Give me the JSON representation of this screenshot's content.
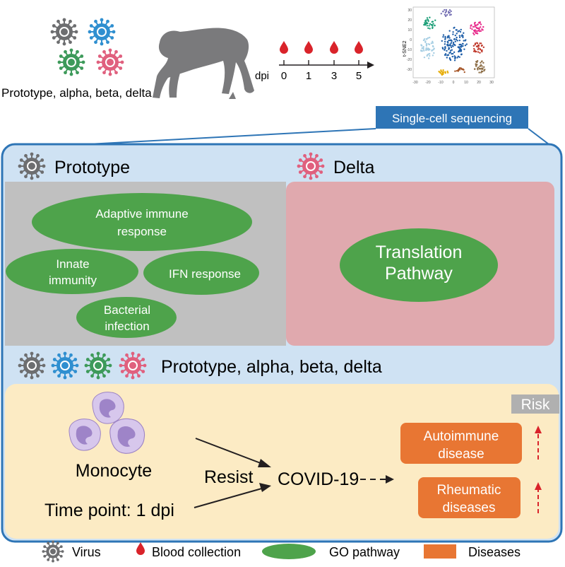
{
  "header": {
    "virus_caption": "Prototype, alpha, beta, delta",
    "timeline_unit": "dpi",
    "timeline_points": [
      "0",
      "1",
      "3",
      "5"
    ],
    "tsne": {
      "axis_label": "t-SNE2",
      "x_ticks": [
        "-30",
        "-20",
        "-10",
        "0",
        "10",
        "20",
        "30"
      ],
      "y_ticks": [
        "30",
        "20",
        "10",
        "0",
        "-10",
        "-20",
        "-30"
      ]
    },
    "sequencing_label": "Single-cell sequencing"
  },
  "panel": {
    "prototype_title": "Prototype",
    "delta_title": "Delta",
    "prototype_pathways": [
      {
        "line1": "Adaptive immune",
        "line2": "response"
      },
      {
        "line1": "Innate",
        "line2": "immunity"
      },
      {
        "line1": "IFN response",
        "line2": ""
      },
      {
        "line1": "Bacterial",
        "line2": "infection"
      }
    ],
    "delta_pathway": {
      "line1": "Translation",
      "line2": "Pathway"
    },
    "variants_title": "Prototype, alpha, beta, delta",
    "monocyte_label": "Monocyte",
    "timepoint_label": "Time point: 1 dpi",
    "resist_label": "Resist",
    "covid_label": "COVID-19",
    "risk_label": "Risk",
    "diseases": [
      {
        "line1": "Autoimmune",
        "line2": "disease"
      },
      {
        "line1": "Rheumatic",
        "line2": "diseases"
      }
    ]
  },
  "legend": {
    "virus": "Virus",
    "blood": "Blood collection",
    "go": "GO pathway",
    "diseases": "Diseases"
  },
  "colors": {
    "panel_blue": "#cfe2f3",
    "panel_border": "#2e75b6",
    "gray_box": "#c0c0c0",
    "pink_box": "#e0a9ae",
    "yellow_box": "#fcebc4",
    "go_green": "#4ea34b",
    "disease_orange": "#e87633",
    "drop_red": "#d9232a",
    "virus_gray": "#6d6e70",
    "virus_blue": "#2f8fd0",
    "virus_green": "#3d9a5a",
    "virus_pink": "#e0607e",
    "monocyte": "#b49bd6"
  }
}
